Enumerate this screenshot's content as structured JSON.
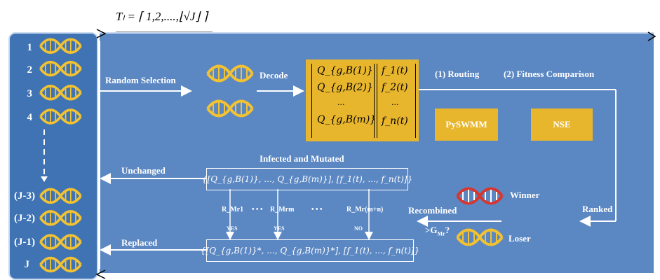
{
  "formula": "Tₗ = ⌈ 1,2,....,⌊√J⌋ ⌉",
  "population": {
    "indices": [
      "1",
      "2",
      "3",
      "4",
      "(J-3)",
      "(J-2)",
      "(J-1)",
      "J"
    ]
  },
  "labels": {
    "random_selection": "Random Selection",
    "decode": "Decode",
    "routing": "(1) Routing",
    "fitness_comparison": "(2) Fitness Comparison",
    "pyswmm": "PySWMM",
    "nse": "NSE",
    "infected_mutated": "Infected and Mutated",
    "unchanged": "Unchanged",
    "replaced": "Replaced",
    "winner": "Winner",
    "loser": "Loser",
    "ranked": "Ranked",
    "recombined": "Recombined",
    "threshold": ">G",
    "threshold_sub": "Mr",
    "threshold_tail": "?"
  },
  "decode_matrix": {
    "q_rows": [
      "Q_{g,B(1)}",
      "Q_{g,B(2)}",
      "...",
      "Q_{g,B(m)}"
    ],
    "f_rows": [
      "f_1(t)",
      "f_2(t)",
      "...",
      "f_n(t)"
    ]
  },
  "mutation": {
    "rates": [
      "R_Mr1",
      "• • •",
      "R_Mrm",
      "• • •",
      "R_Mr(m+n)"
    ],
    "decisions": [
      "YES",
      "YES",
      "NO"
    ]
  },
  "sets": {
    "unchanged": "{[Q_{g,B(1)}, ..., Q_{g,B(m)}], [f_1(t), ..., f_n(t)]}",
    "replaced": "{[Q_{g,B(1)}*, ..., Q_{g,B(m)}*], [f_1(t), ..., f_n(t)]}"
  },
  "colors": {
    "population_panel": "#3f73b3",
    "main_panel": "#5b87c2",
    "gold": "#e8b62d",
    "dna_gold": "#f2c232",
    "dna_red": "#d8352e"
  },
  "icons": [
    "dna-icon"
  ]
}
